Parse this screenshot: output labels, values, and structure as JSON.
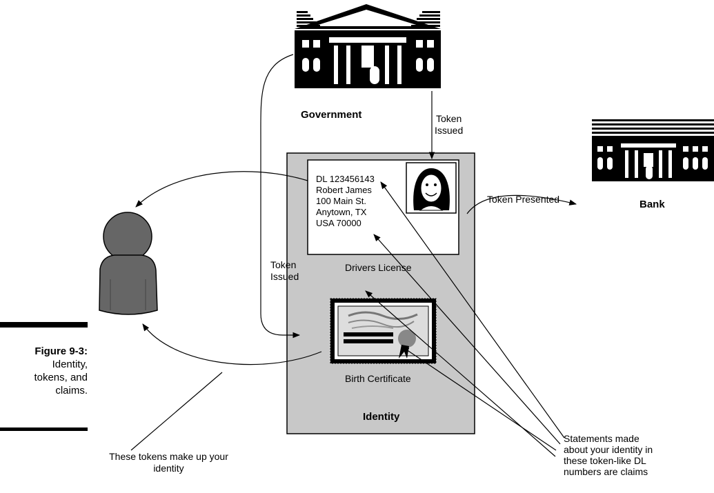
{
  "figure": {
    "number": "Figure 9-3:",
    "caption": "Identity,\ntokens, and\nclaims."
  },
  "labels": {
    "government": "Government",
    "bank": "Bank",
    "token_issued_top_line1": "Token",
    "token_issued_top_line2": "Issued",
    "token_issued_left_line1": "Token",
    "token_issued_left_line2": "Issued",
    "token_presented": "Token Presented",
    "drivers_license": "Drivers License",
    "birth_certificate": "Birth Certificate",
    "identity": "Identity",
    "tokens_make_up_line1": "These tokens make up your",
    "tokens_make_up_line2": "identity",
    "statements_line1": "Statements made",
    "statements_line2": "about your identity in",
    "statements_line3": "these token-like DL",
    "statements_line4": "numbers are claims"
  },
  "license": {
    "line1": "DL 123456143",
    "line2": "Robert James",
    "line3": "100 Main St.",
    "line4": "Anytown, TX",
    "line5": "USA 70000"
  },
  "icons": [
    "government-building-icon",
    "bank-building-icon",
    "person-silhouette-icon",
    "photo-face-icon",
    "certificate-seal-icon"
  ],
  "colors": {
    "identity_panel": "#c8c8c8",
    "person": "#666666",
    "ink": "#000000"
  }
}
